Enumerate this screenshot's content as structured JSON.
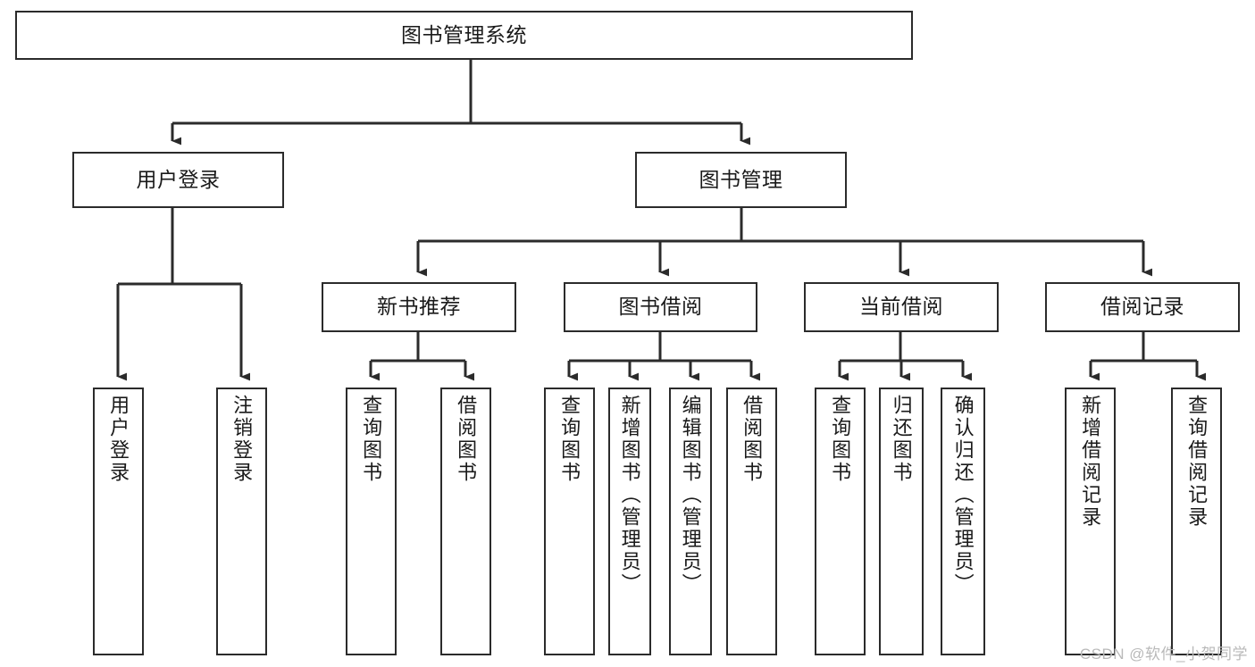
{
  "diagram": {
    "title": "图书管理系统",
    "type": "tree-hierarchy",
    "root": {
      "id": "root",
      "label": "图书管理系统"
    },
    "level2": [
      {
        "id": "user-login",
        "label": "用户登录"
      },
      {
        "id": "book-management",
        "label": "图书管理"
      }
    ],
    "level3": [
      {
        "id": "new-book-recommend",
        "label": "新书推荐",
        "parent": "book-management"
      },
      {
        "id": "book-borrow",
        "label": "图书借阅",
        "parent": "book-management"
      },
      {
        "id": "current-borrow",
        "label": "当前借阅",
        "parent": "book-management"
      },
      {
        "id": "borrow-record",
        "label": "借阅记录",
        "parent": "book-management"
      }
    ],
    "leaves": [
      {
        "id": "leaf-user-login",
        "label": "用户登录",
        "parent": "user-login"
      },
      {
        "id": "leaf-logout-login",
        "label": "注销登录",
        "parent": "user-login"
      },
      {
        "id": "leaf-query-book-1",
        "label": "查询图书",
        "parent": "new-book-recommend"
      },
      {
        "id": "leaf-borrow-book-1",
        "label": "借阅图书",
        "parent": "new-book-recommend"
      },
      {
        "id": "leaf-query-book-2",
        "label": "查询图书",
        "parent": "book-borrow"
      },
      {
        "id": "leaf-add-book",
        "label": "新增图书（管理员）",
        "parent": "book-borrow"
      },
      {
        "id": "leaf-edit-book",
        "label": "编辑图书（管理员）",
        "parent": "book-borrow"
      },
      {
        "id": "leaf-borrow-book-2",
        "label": "借阅图书",
        "parent": "book-borrow"
      },
      {
        "id": "leaf-query-book-3",
        "label": "查询图书",
        "parent": "current-borrow"
      },
      {
        "id": "leaf-return-book",
        "label": "归还图书",
        "parent": "current-borrow"
      },
      {
        "id": "leaf-confirm-return",
        "label": "确认归还（管理员）",
        "parent": "current-borrow"
      },
      {
        "id": "leaf-add-record",
        "label": "新增借阅记录",
        "parent": "borrow-record"
      },
      {
        "id": "leaf-query-record",
        "label": "查询借阅记录",
        "parent": "borrow-record"
      }
    ],
    "colors": {
      "box_border": "#2b2b2b",
      "box_fill": "#ffffff",
      "connector": "#2b2b2b",
      "text": "#1a1a1a",
      "watermark": "#b9b9b9",
      "background": "#ffffff"
    }
  },
  "watermark": {
    "text": "CSDN @软件_小贺同学"
  }
}
